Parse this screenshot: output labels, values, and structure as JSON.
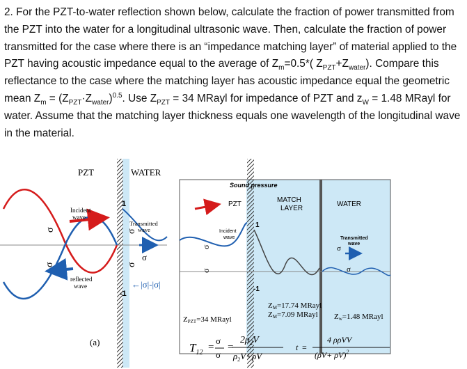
{
  "problem": {
    "number": "2.",
    "s1": "For the PZT-to-water reflection shown below, calculate the fraction of power transmitted from the PZT into the water for a longitudinal ultrasonic wave. Then, calculate the fraction of power transmitted for the case where there is an “impedance matching layer” of material applied to the PZT having acoustic impedance equal to the average of Z",
    "s2": "=0.5*(",
    "s3": "). Compare this reflectance to the case where the matching layer has acoustic impedance equal the geometric mean Z",
    "s4": " = (Z",
    "s5": ". Use Z",
    "s6": " = 34 MRayl for impedance of PZT and z",
    "s7": " = 1.48 MRayl for water. Assume that the matching layer thickness equals one wavelength of the longitudinal wave in the material.",
    "sub_m": "m",
    "sub_pzt": "PZT",
    "sub_water": "water",
    "sub_W": "W",
    "plus": "+Z",
    "dot": "·Z",
    "exp": "0.5"
  },
  "fig_a": {
    "pzt_label": "PZT",
    "water_label": "WATER",
    "incident": "Incident",
    "incident2": "wave",
    "transmitted": "Transmitted",
    "transmitted2": "wave",
    "reflected": "reflected",
    "reflected2": "wave",
    "marker_1": "1",
    "marker_m1": "-1",
    "sigma_i": "σ",
    "sub_i": "i",
    "sub_t": "t",
    "sub_r": "r",
    "abs_expr": "←|σ",
    "abs_minus": "|-|σ",
    "abs_end": "|",
    "caption": "(a)"
  },
  "fig_b": {
    "sound_pressure": "Sound pressure",
    "pzt": "PZT",
    "match1": "MATCH",
    "match2": "LAYER",
    "water": "WATER",
    "incident": "Incident",
    "incident2": "wave",
    "transmitted": "Transmitted",
    "transmitted2": "wave",
    "marker_1": "1",
    "marker_m1": "-1",
    "z_pzt": "Z",
    "z_pzt_sub": "PZT",
    "z_pzt_val": "=34 MRayl",
    "zm1": "Z",
    "zm1_sub": "M",
    "zm1_val": "=17.74 MRayl",
    "zm2_val": "=7.09 MRayl",
    "zw_sub": "w",
    "zw_val": "=1.48 MRayl",
    "T": "T",
    "T_sub": "12",
    "eq_sign": "=",
    "num": "2ρ",
    "num_sub": "2",
    "num_v": "V",
    "den": "ρ",
    "den_v": "V",
    "den_plus": "+ρ",
    "t_label": "t",
    "t_eq": "=",
    "t_num": "4 ρ",
    "t_den": "(ρ",
    "t_den2": "+ ρ",
    "t_sq": "2"
  }
}
